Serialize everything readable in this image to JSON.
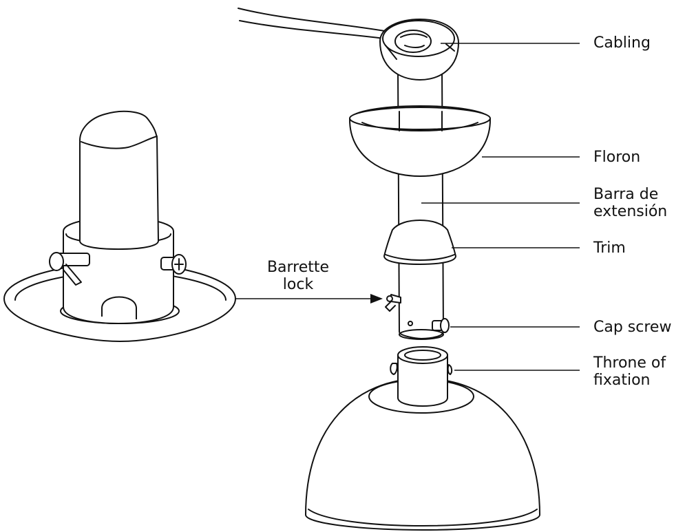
{
  "labels": {
    "cabling": "Cabling",
    "floron": "Floron",
    "barra_de_extension": [
      "Barra de",
      "extensión"
    ],
    "trim": "Trim",
    "barrette_lock": [
      "Barrette",
      "lock"
    ],
    "cap_screw": "Cap screw",
    "throne_of_fixation": [
      "Throne of",
      "fixation"
    ]
  },
  "colors": {
    "ink": "#111111",
    "paper": "#ffffff"
  }
}
